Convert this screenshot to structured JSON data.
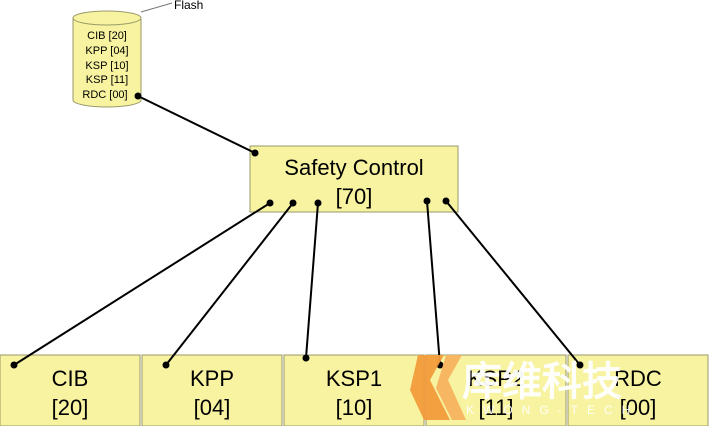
{
  "flash": {
    "label": "Flash",
    "entries": [
      "CIB [20]",
      "KPP [04]",
      "KSP [10]",
      "KSP [11]",
      "RDC [00]"
    ]
  },
  "safety": {
    "name": "Safety Control",
    "id": "[70]"
  },
  "modules": [
    {
      "name": "CIB",
      "id": "[20]"
    },
    {
      "name": "KPP",
      "id": "[04]"
    },
    {
      "name": "KSP1",
      "id": "[10]"
    },
    {
      "name": "KSP2",
      "id": "[11]"
    },
    {
      "name": "RDC",
      "id": "[00]"
    }
  ],
  "watermark": {
    "text": "库维科技",
    "sub": "KWONG-TECH"
  }
}
